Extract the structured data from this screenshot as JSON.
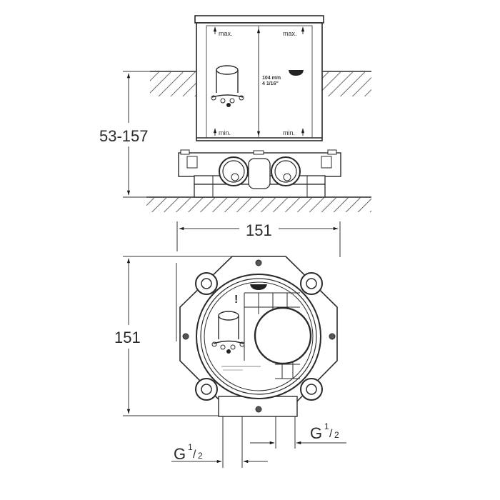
{
  "drawing": {
    "type": "technical installation drawing",
    "side_view": {
      "height_range_label": "53-157",
      "depth_label_mm": "104 mm",
      "depth_label_in": "4 1/16\"",
      "max_label_left": "max.",
      "max_label_right": "max.",
      "min_label_left": "min.",
      "min_label_right": "min."
    },
    "top_view": {
      "width_label": "151",
      "height_label": "151",
      "warning_glyph": "!"
    },
    "connections": {
      "left_thread_label": "G",
      "left_thread_fraction_num": "1",
      "left_thread_fraction_den": "2",
      "right_thread_label": "G",
      "right_thread_fraction_num": "1",
      "right_thread_fraction_den": "2"
    },
    "colors": {
      "line": "#2a2a2a",
      "hatch": "#444444",
      "background": "#ffffff"
    }
  }
}
